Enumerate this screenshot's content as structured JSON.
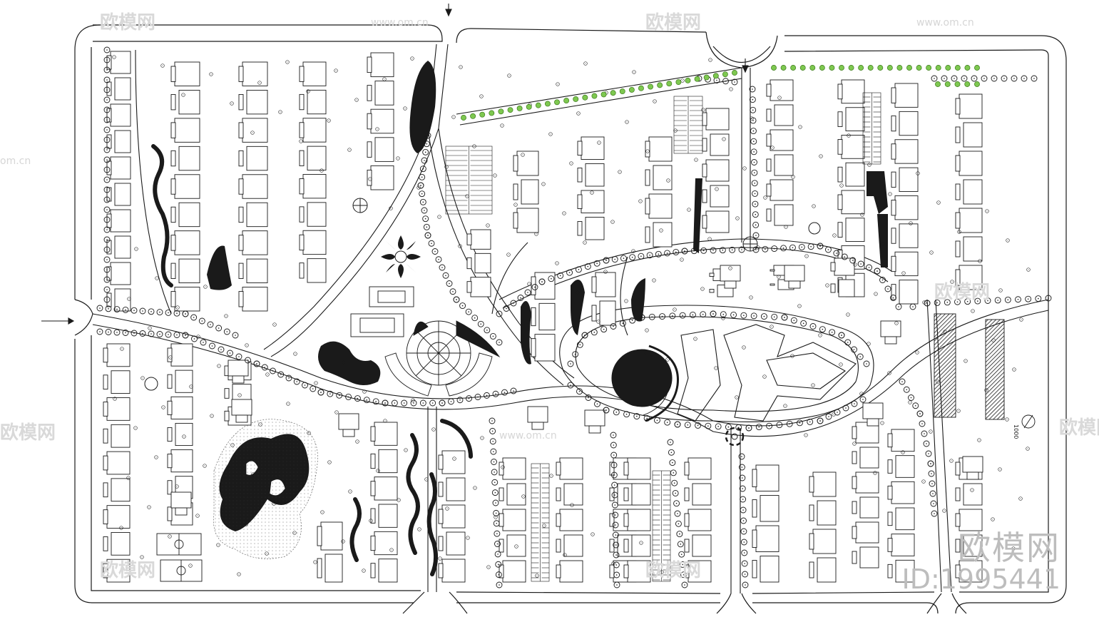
{
  "watermark": {
    "brand": "欧模网",
    "site": "www.om.cn",
    "site_short": "om.cn",
    "id_label": "ID:1995441"
  },
  "scale_label": "1000",
  "colors": {
    "line": "#1a1a1a",
    "tree_green": "#7ec850",
    "watermark": "#d9d9d9",
    "background": "#ffffff"
  },
  "icons": [
    "north-arrow-icon",
    "entrance-arrow-icon",
    "tree-icon",
    "fountain-icon"
  ]
}
